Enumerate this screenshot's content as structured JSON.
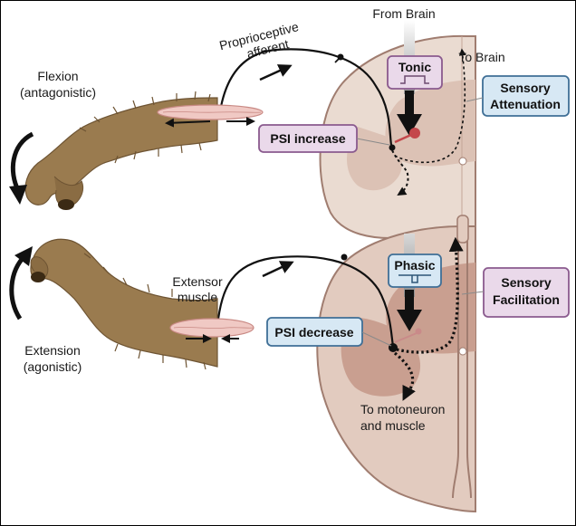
{
  "labels": {
    "from_brain": "From Brain",
    "to_brain": "To Brain",
    "proprioceptive": "Proprioceptive",
    "afferent": "afferent",
    "flexion": "Flexion",
    "antagonistic": "(antagonistic)",
    "extension": "Extension",
    "agonistic": "(agonistic)",
    "extensor": "Extensor",
    "muscle": "muscle",
    "to_motoneuron": "To motoneuron",
    "and_muscle": "and muscle"
  },
  "boxes": {
    "tonic": "Tonic",
    "phasic": "Phasic",
    "psi_increase": "PSI increase",
    "psi_decrease": "PSI decrease",
    "sensory_attenuation_1": "Sensory",
    "sensory_attenuation_2": "Attenuation",
    "sensory_facilitation_1": "Sensory",
    "sensory_facilitation_2": "Facilitation"
  },
  "colors": {
    "purple_box": "#ead9ea",
    "purple_border": "#8a5a8e",
    "blue_box": "#d7e8f4",
    "blue_border": "#3f6f96",
    "cord_top": "#eadbd1",
    "cord_bottom": "#e2cbbf",
    "hand": "#9a7b4f",
    "muscle": "#f0c9c4",
    "red_neuron": "#c4474b"
  },
  "icons": {
    "flexion_arrow": "curved-arrow-down-icon",
    "extension_arrow": "curved-arrow-up-icon"
  }
}
